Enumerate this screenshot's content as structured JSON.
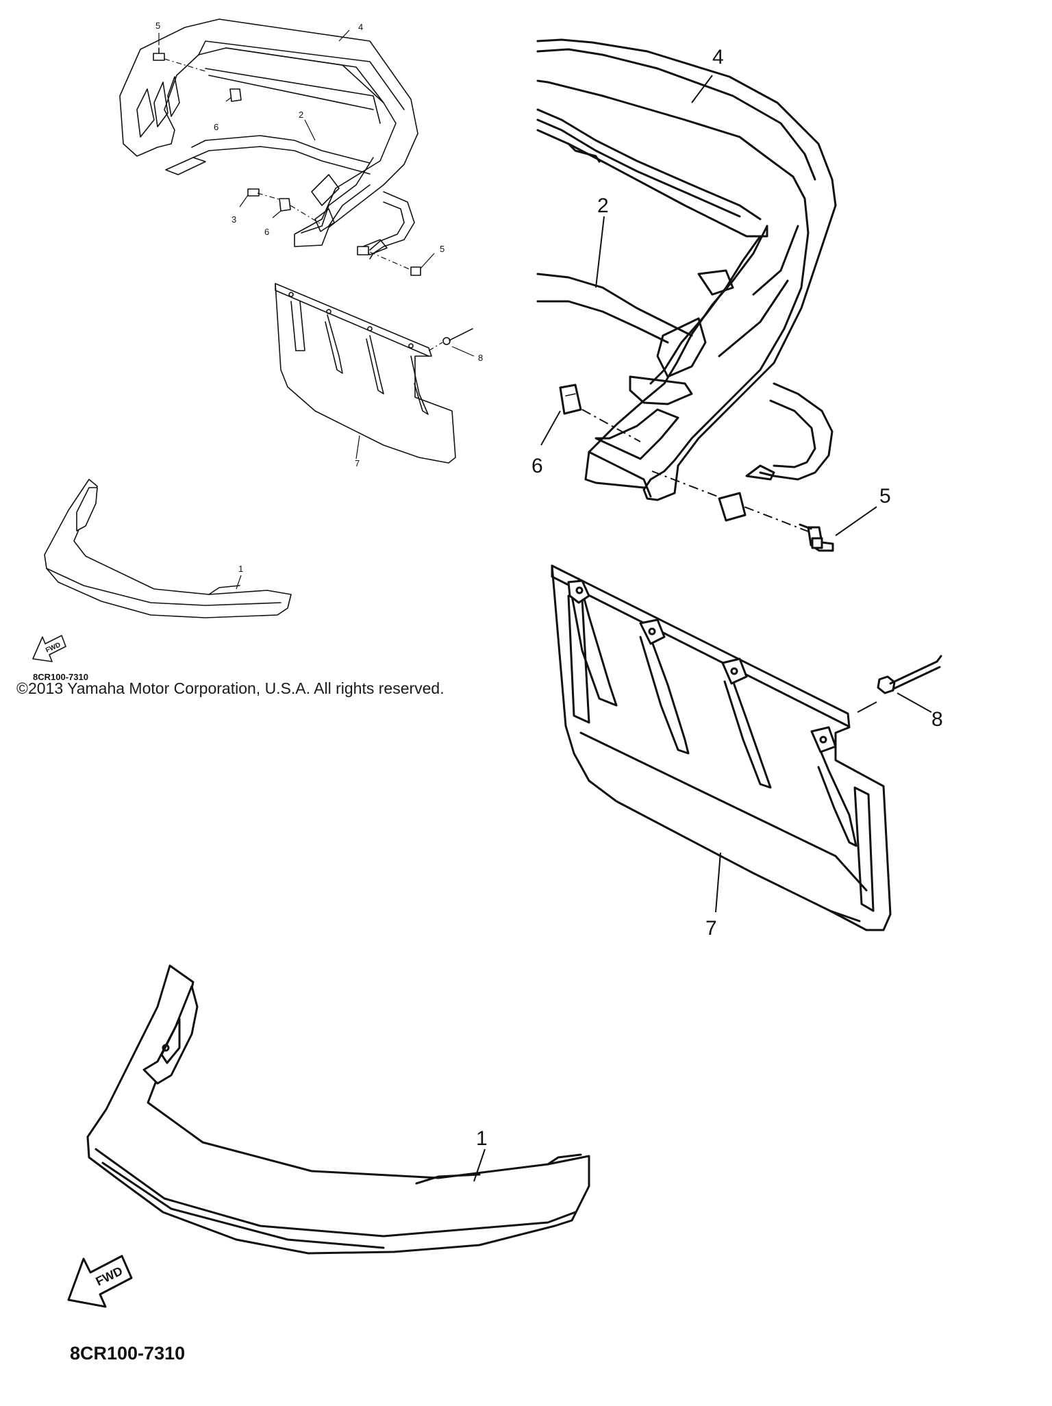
{
  "diagram": {
    "code": "8CR100-7310",
    "fwd_label": "FWD",
    "copyright": "©2013 Yamaha Motor Corporation, U.S.A. All rights reserved.",
    "callouts_overview": [
      "5",
      "4",
      "6",
      "2",
      "3",
      "6",
      "5",
      "8",
      "7",
      "1"
    ],
    "callouts_detail": [
      "4",
      "2",
      "5",
      "8",
      "7",
      "1"
    ],
    "partial_detail_label": "6"
  }
}
